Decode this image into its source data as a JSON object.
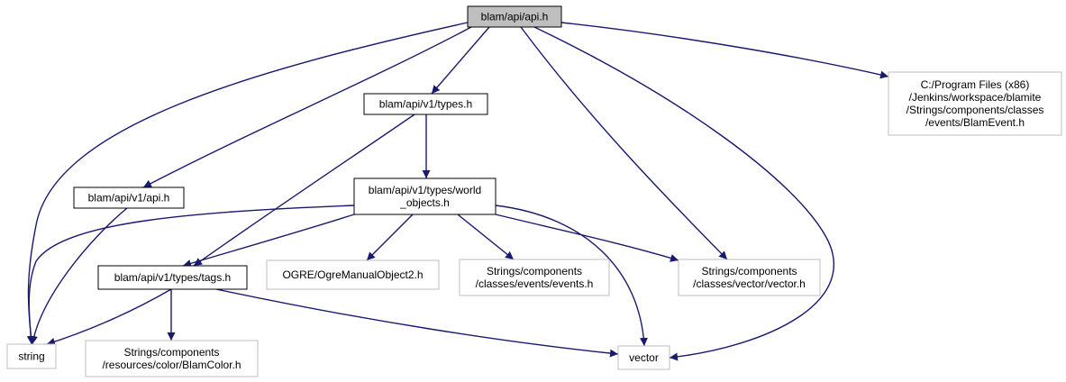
{
  "colors": {
    "edge": "#191970",
    "focus_fill": "#bfbfbf",
    "internal_border": "#000000",
    "external_border": "#bfbfbf",
    "text": "#000000"
  },
  "nodes": [
    {
      "id": "api_h",
      "kind": "focus",
      "lines": [
        "blam/api/api.h"
      ]
    },
    {
      "id": "types_h",
      "kind": "internal",
      "lines": [
        "blam/api/v1/types.h"
      ]
    },
    {
      "id": "blamevent_h",
      "kind": "external",
      "lines": [
        "C:/Program Files (x86)",
        "/Jenkins/workspace/blamite",
        "/Strings/components/classes",
        "/events/BlamEvent.h"
      ]
    },
    {
      "id": "v1_api_h",
      "kind": "internal",
      "lines": [
        "blam/api/v1/api.h"
      ]
    },
    {
      "id": "world_objects_h",
      "kind": "internal",
      "lines": [
        "blam/api/v1/types/world",
        "_objects.h"
      ]
    },
    {
      "id": "tags_h",
      "kind": "internal",
      "lines": [
        "blam/api/v1/types/tags.h"
      ]
    },
    {
      "id": "ogre_h",
      "kind": "external",
      "lines": [
        "OGRE/OgreManualObject2.h"
      ]
    },
    {
      "id": "events_h",
      "kind": "external",
      "lines": [
        "Strings/components",
        "/classes/events/events.h"
      ]
    },
    {
      "id": "vector_h",
      "kind": "external",
      "lines": [
        "Strings/components",
        "/classes/vector/vector.h"
      ]
    },
    {
      "id": "string",
      "kind": "external",
      "lines": [
        "string"
      ]
    },
    {
      "id": "blamcolor_h",
      "kind": "external",
      "lines": [
        "Strings/components",
        "/resources/color/BlamColor.h"
      ]
    },
    {
      "id": "vector",
      "kind": "external",
      "lines": [
        "vector"
      ]
    }
  ],
  "edges": [
    {
      "from": "api_h",
      "to": "string"
    },
    {
      "from": "api_h",
      "to": "v1_api_h"
    },
    {
      "from": "api_h",
      "to": "types_h"
    },
    {
      "from": "api_h",
      "to": "vector_h"
    },
    {
      "from": "api_h",
      "to": "vector"
    },
    {
      "from": "api_h",
      "to": "blamevent_h"
    },
    {
      "from": "types_h",
      "to": "world_objects_h"
    },
    {
      "from": "types_h",
      "to": "tags_h"
    },
    {
      "from": "v1_api_h",
      "to": "string"
    },
    {
      "from": "world_objects_h",
      "to": "string"
    },
    {
      "from": "world_objects_h",
      "to": "tags_h"
    },
    {
      "from": "world_objects_h",
      "to": "ogre_h"
    },
    {
      "from": "world_objects_h",
      "to": "events_h"
    },
    {
      "from": "world_objects_h",
      "to": "vector_h"
    },
    {
      "from": "world_objects_h",
      "to": "vector"
    },
    {
      "from": "tags_h",
      "to": "string"
    },
    {
      "from": "tags_h",
      "to": "blamcolor_h"
    },
    {
      "from": "tags_h",
      "to": "vector"
    }
  ]
}
